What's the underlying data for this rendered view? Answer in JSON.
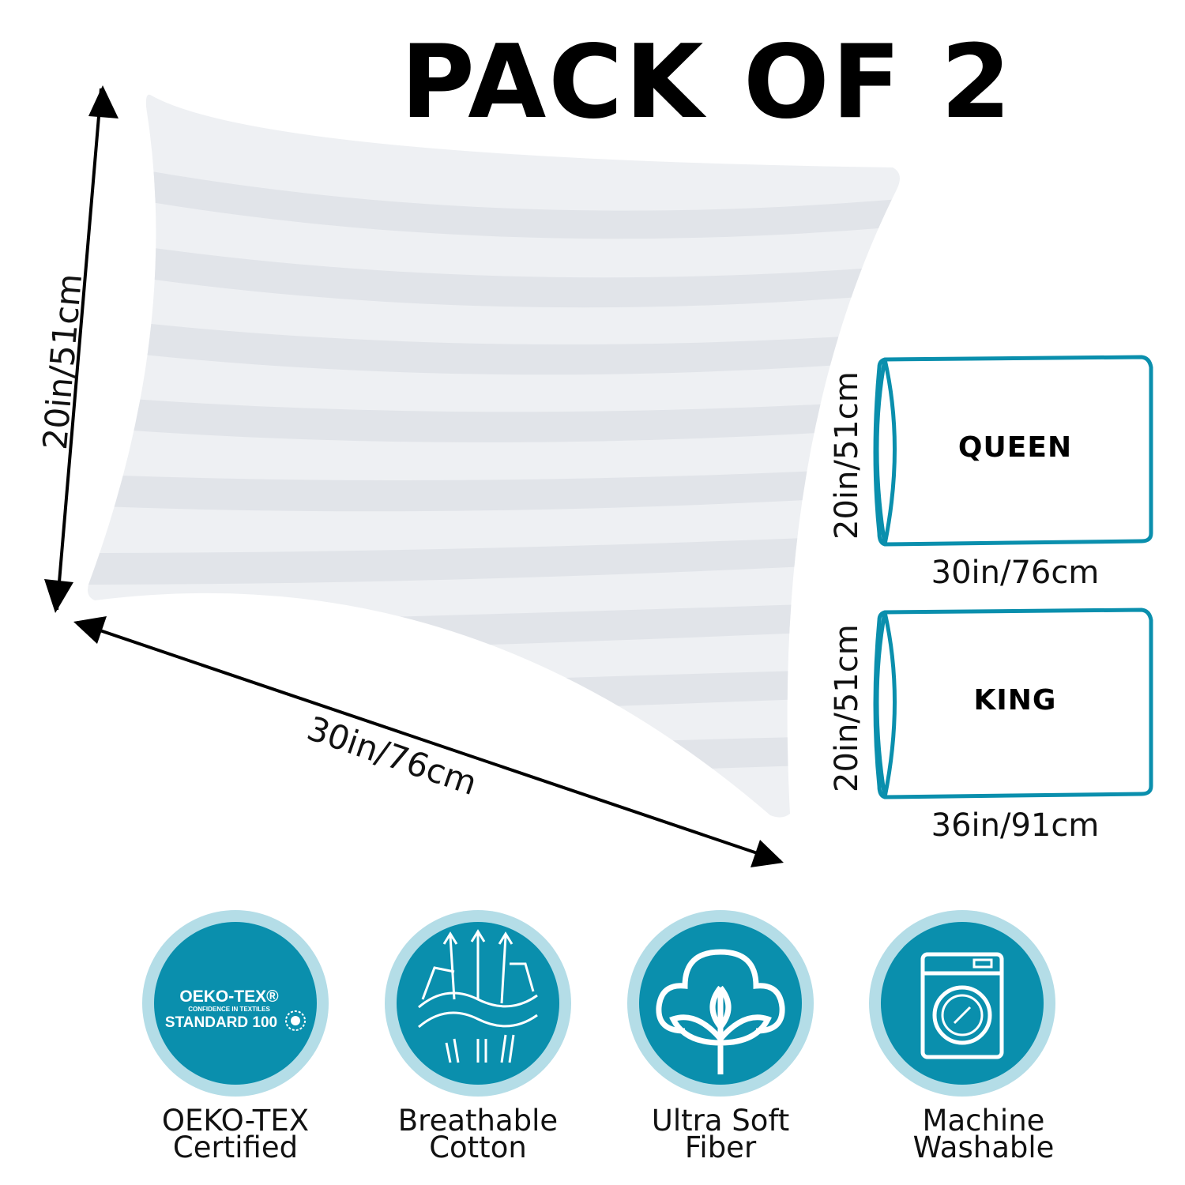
{
  "title": "PACK OF 2",
  "main_pillow": {
    "height_label": "20in/51cm",
    "width_label": "30in/76cm"
  },
  "sizes": [
    {
      "name": "QUEEN",
      "height_label": "20in/51cm",
      "width_label": "30in/76cm"
    },
    {
      "name": "KING",
      "height_label": "20in/51cm",
      "width_label": "36in/91cm"
    }
  ],
  "badges": [
    {
      "icon": "oeko-tex-logo",
      "line1": "OEKO-TEX",
      "line2": "Certified",
      "logo_text": {
        "brand": "OEKO-TEX®",
        "tagline": "CONFIDENCE IN TEXTILES",
        "standard": "STANDARD 100"
      }
    },
    {
      "icon": "breathable-layers-icon",
      "line1": "Breathable",
      "line2": "Cotton"
    },
    {
      "icon": "cotton-flower-icon",
      "line1": "Ultra Soft",
      "line2": "Fiber"
    },
    {
      "icon": "washing-machine-icon",
      "line1": "Machine",
      "line2": "Washable"
    }
  ],
  "colors": {
    "teal": "#0a8fad",
    "ring": "#b4dde7",
    "pillow": "#eef0f3",
    "stripe": "#e2e5ea"
  }
}
